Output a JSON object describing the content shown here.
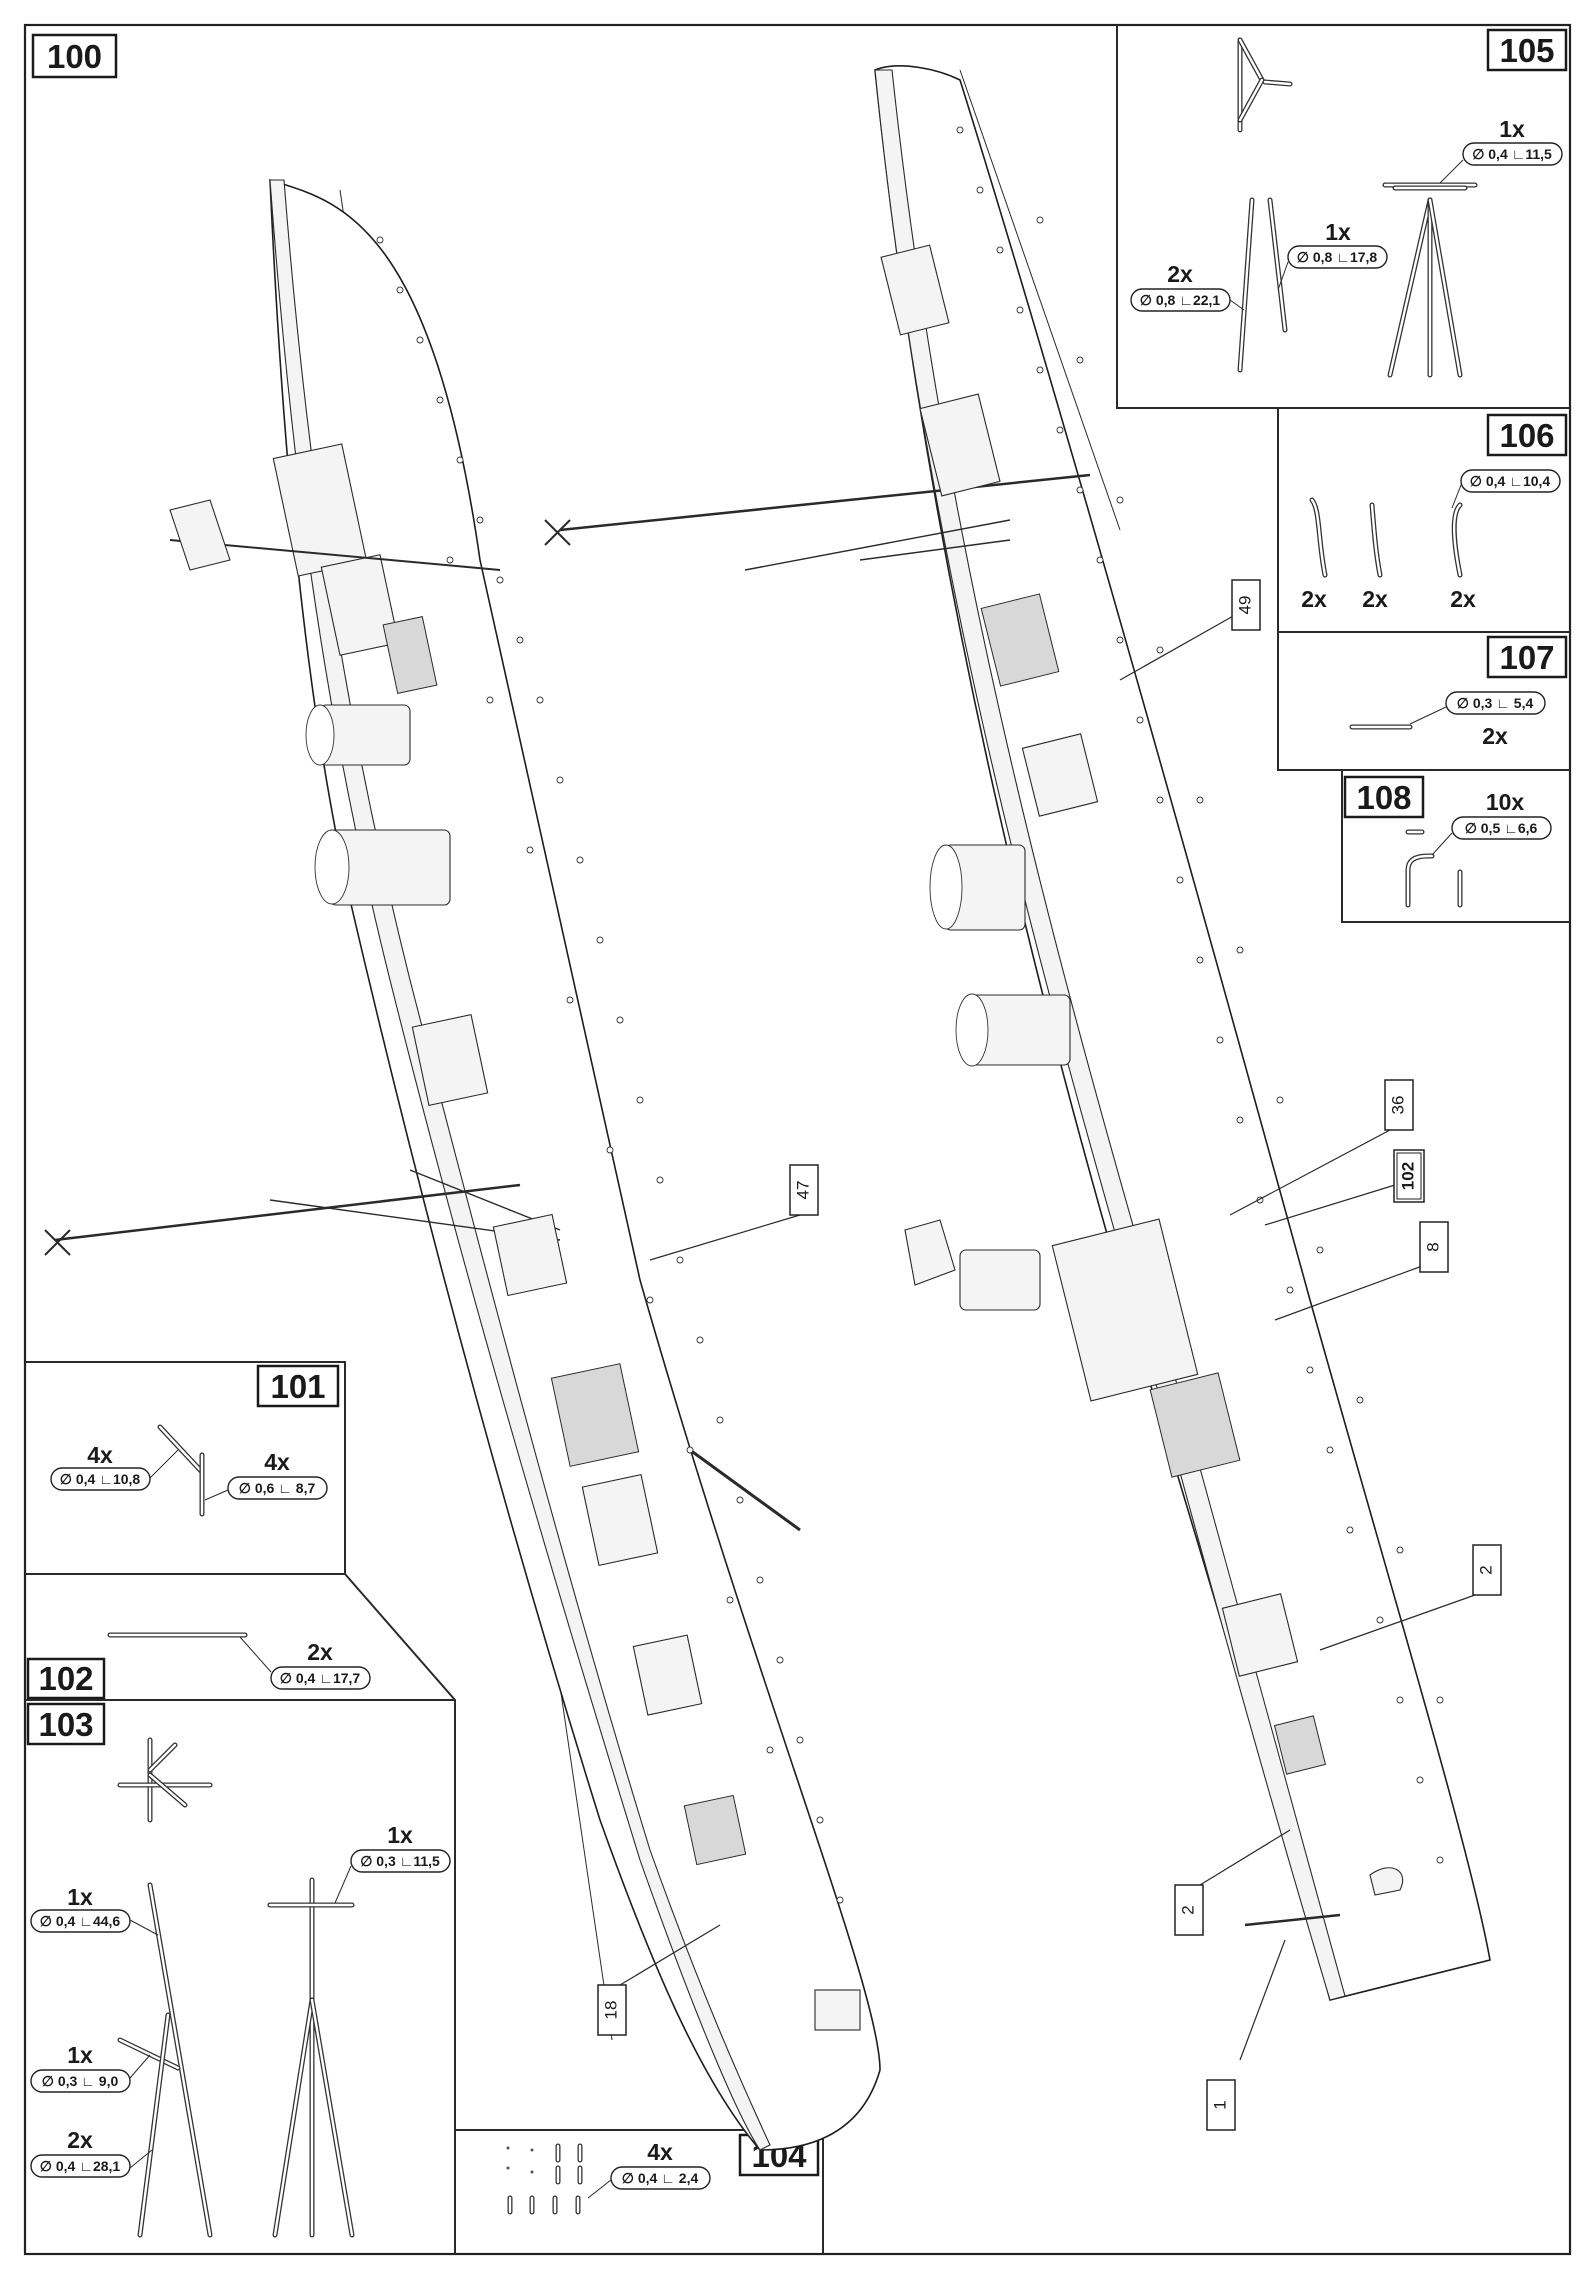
{
  "steps": [
    {
      "id": "step-100",
      "number": "100"
    },
    {
      "id": "step-101",
      "number": "101",
      "parts": [
        {
          "qty": "4x",
          "spec": "∅ 0,4 ∟10,8"
        },
        {
          "qty": "4x",
          "spec": "∅ 0,6 ∟ 8,7"
        }
      ]
    },
    {
      "id": "step-102",
      "number": "102",
      "parts": [
        {
          "qty": "2x",
          "spec": "∅ 0,4 ∟17,7"
        }
      ]
    },
    {
      "id": "step-103",
      "number": "103",
      "parts": [
        {
          "qty": "1x",
          "spec": "∅ 0,3 ∟11,5"
        },
        {
          "qty": "1x",
          "spec": "∅ 0,4 ∟44,6"
        },
        {
          "qty": "1x",
          "spec": "∅ 0,3 ∟ 9,0"
        },
        {
          "qty": "2x",
          "spec": "∅ 0,4 ∟28,1"
        }
      ]
    },
    {
      "id": "step-104",
      "number": "104",
      "parts": [
        {
          "qty": "4x",
          "spec": "∅ 0,4 ∟ 2,4"
        }
      ]
    },
    {
      "id": "step-105",
      "number": "105",
      "parts": [
        {
          "qty": "1x",
          "spec": "∅ 0,4 ∟11,5"
        },
        {
          "qty": "1x",
          "spec": "∅ 0,8 ∟17,8"
        },
        {
          "qty": "2x",
          "spec": "∅ 0,8 ∟22,1"
        }
      ]
    },
    {
      "id": "step-106",
      "number": "106",
      "parts": [
        {
          "qty": "",
          "spec": "∅ 0,4 ∟10,4"
        }
      ],
      "counts": [
        "2x",
        "2x",
        "2x"
      ]
    },
    {
      "id": "step-107",
      "number": "107",
      "parts": [
        {
          "qty": "2x",
          "spec": "∅ 0,3 ∟ 5,4"
        }
      ]
    },
    {
      "id": "step-108",
      "number": "108",
      "parts": [
        {
          "qty": "10x",
          "spec": "∅ 0,5 ∟6,6"
        }
      ]
    }
  ],
  "callouts": {
    "left_ship": [
      "47",
      "18"
    ],
    "right_ship": [
      "49",
      "36",
      "102",
      "8",
      "2",
      "2",
      "1"
    ]
  }
}
